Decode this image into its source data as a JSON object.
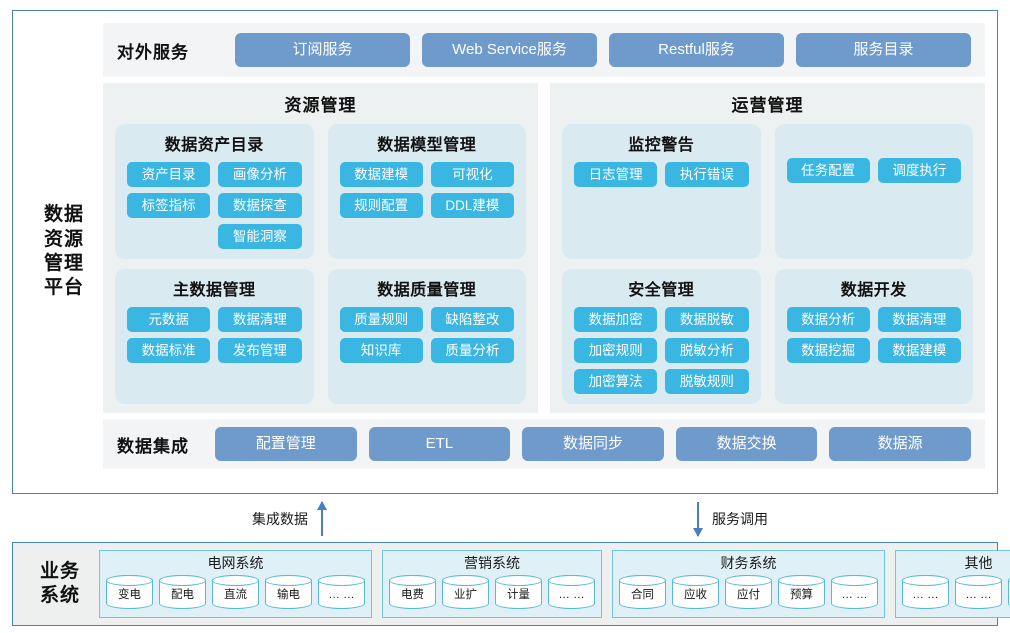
{
  "platform": {
    "side_label_lines": [
      "数据",
      "资源",
      "管理",
      "平台"
    ],
    "external_services": {
      "title": "对外服务",
      "items": [
        "订阅服务",
        "Web Service服务",
        "Restful服务",
        "服务目录"
      ]
    },
    "management_columns": [
      {
        "title": "资源管理",
        "panels": [
          {
            "title": "数据资产目录",
            "tags": [
              "资产目录",
              "画像分析",
              "标签指标",
              "数据探查",
              "智能洞察"
            ],
            "last_tag_right_aligned": true
          },
          {
            "title": "数据模型管理",
            "tags": [
              "数据建模",
              "可视化",
              "规则配置",
              "DDL建模"
            ],
            "last_tag_right_aligned": false
          },
          {
            "title": "主数据管理",
            "tags": [
              "元数据",
              "数据清理",
              "数据标准",
              "发布管理"
            ],
            "last_tag_right_aligned": false
          },
          {
            "title": "数据质量管理",
            "tags": [
              "质量规则",
              "缺陷整改",
              "知识库",
              "质量分析"
            ],
            "last_tag_right_aligned": false
          }
        ]
      },
      {
        "title": "运营管理",
        "panels": [
          {
            "title": "监控警告",
            "tags": [
              "日志管理",
              "执行错误"
            ],
            "last_tag_right_aligned": false
          },
          {
            "title": "",
            "tags": [
              "任务配置",
              "调度执行"
            ],
            "last_tag_right_aligned": false
          },
          {
            "title": "安全管理",
            "tags": [
              "数据加密",
              "数据脱敏",
              "加密规则",
              "脱敏分析",
              "加密算法",
              "脱敏规则"
            ],
            "last_tag_right_aligned": false
          },
          {
            "title": "数据开发",
            "tags": [
              "数据分析",
              "数据清理",
              "数据挖掘",
              "数据建模"
            ],
            "last_tag_right_aligned": false
          }
        ]
      }
    ],
    "data_integration": {
      "title": "数据集成",
      "items": [
        "配置管理",
        "ETL",
        "数据同步",
        "数据交换",
        "数据源"
      ]
    }
  },
  "arrows": [
    {
      "label": "集成数据",
      "direction": "up",
      "label_position": "left"
    },
    {
      "label": "服务调用",
      "direction": "down",
      "label_position": "right"
    }
  ],
  "business": {
    "side_label_lines": [
      "业务",
      "系统"
    ],
    "systems": [
      {
        "title": "电网系统",
        "databases": [
          "变电",
          "配电",
          "直流",
          "输电",
          "… …"
        ]
      },
      {
        "title": "营销系统",
        "databases": [
          "电费",
          "业扩",
          "计量",
          "… …"
        ]
      },
      {
        "title": "财务系统",
        "databases": [
          "合同",
          "应收",
          "应付",
          "预算",
          "… …"
        ]
      },
      {
        "title": "其他",
        "databases": [
          "… …",
          "… …",
          "… …"
        ]
      }
    ]
  },
  "colors": {
    "frame_border": "#4a80b8",
    "service_pill": "#6e9bcb",
    "tag": "#3ab6e3",
    "panel_bg": "#d9eaf0",
    "column_bg": "#eef1f2",
    "strip_bg": "#f2f4f5",
    "arrow": "#4a7ec4",
    "db_border": "#57b9dd"
  }
}
